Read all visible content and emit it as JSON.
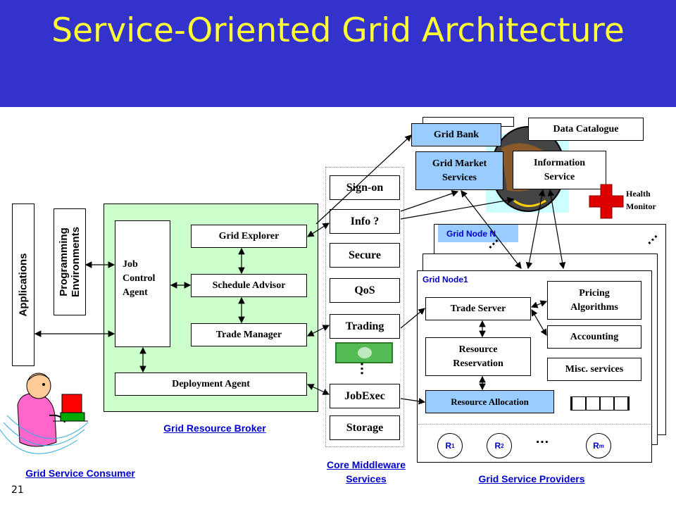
{
  "title": "Service-Oriented Grid Architecture",
  "page_number": "21",
  "consumer": {
    "applications": "Applications",
    "programming_line1": "Programming",
    "programming_line2": "Environments",
    "caption": "Grid Service Consumer"
  },
  "broker": {
    "job_control_line1": "Job",
    "job_control_line2": "Control",
    "job_control_line3": "Agent",
    "grid_explorer": "Grid Explorer",
    "schedule_advisor": "Schedule Advisor",
    "trade_manager": "Trade Manager",
    "deployment_agent": "Deployment Agent",
    "caption": "Grid Resource Broker"
  },
  "middleware": {
    "items": [
      "Sign-on",
      "Info ?",
      "Secure",
      "QoS",
      "Trading",
      "JobExec",
      "Storage"
    ],
    "ellipsis": "…",
    "caption_line1": "Core Middleware",
    "caption_line2": "Services"
  },
  "top_services": {
    "grid_bank": "Grid Bank",
    "data_catalogue": "Data Catalogue",
    "grid_market_line1": "Grid Market",
    "grid_market_line2": "Services",
    "information_line1": "Information",
    "information_line2": "Service",
    "health_line1": "Health",
    "health_line2": "Monitor"
  },
  "providers": {
    "grid_node_n": "Grid Node N",
    "grid_node_1": "Grid Node1",
    "trade_server": "Trade Server",
    "pricing_line1": "Pricing",
    "pricing_line2": "Algorithms",
    "accounting": "Accounting",
    "resource_reservation_line1": "Resource",
    "resource_reservation_line2": "Reservation",
    "misc_services": "Misc. services",
    "resource_allocation": "Resource Allocation",
    "resources": [
      "R",
      "R",
      "R"
    ],
    "resource_subs": [
      "1",
      "2",
      "m"
    ],
    "ellipsis": "…",
    "caption": "Grid Service Providers"
  },
  "colors": {
    "header_bg": "#3333cc",
    "title": "#ffff33",
    "caption": "#0000cc",
    "blue_box": "#99ccff",
    "panel": "#ccffcc",
    "health": "#dd0000"
  }
}
